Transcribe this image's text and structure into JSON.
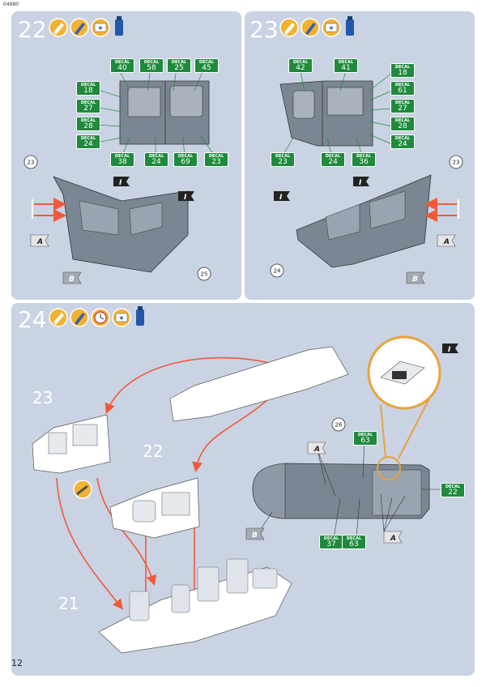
{
  "doc": {
    "code": "04980",
    "page_number": "12"
  },
  "colors": {
    "panel": "#c9d3e3",
    "decal_green": "#1f8a3c",
    "arrow": "#f05a3a",
    "callout": "#e8a33c",
    "part_grey": "#7b8693"
  },
  "steps": {
    "s22": {
      "number": "22",
      "icons": [
        "glue-tube-icon",
        "paint-brush-icon",
        "decal-application-icon",
        "decal-softener-bottle-icon"
      ]
    },
    "s23": {
      "number": "23",
      "icons": [
        "glue-tube-icon",
        "paint-brush-icon",
        "decal-application-icon",
        "decal-softener-bottle-icon"
      ]
    },
    "s24": {
      "number": "24",
      "icons": [
        "glue-tube-icon",
        "paint-brush-icon",
        "drying-time-clock-icon",
        "decal-application-icon",
        "decal-softener-bottle-icon"
      ]
    }
  },
  "decal_word": "DECAL",
  "decals_22": [
    "40",
    "58",
    "25",
    "45",
    "18",
    "27",
    "28",
    "24",
    "38",
    "24",
    "69",
    "23"
  ],
  "decals_23": [
    "42",
    "41",
    "18",
    "61",
    "27",
    "28",
    "24",
    "23",
    "24",
    "36"
  ],
  "decals_24": [
    "63",
    "22",
    "37",
    "63"
  ],
  "callouts": {
    "s22_left": "23",
    "s22_right": "25",
    "s23_right": "23",
    "s23_left": "24",
    "s24_hull": "26"
  },
  "letters": {
    "A": "A",
    "B": "B",
    "I": "I"
  },
  "part_labels": {
    "p23": "23",
    "p22": "22",
    "p21": "21"
  }
}
